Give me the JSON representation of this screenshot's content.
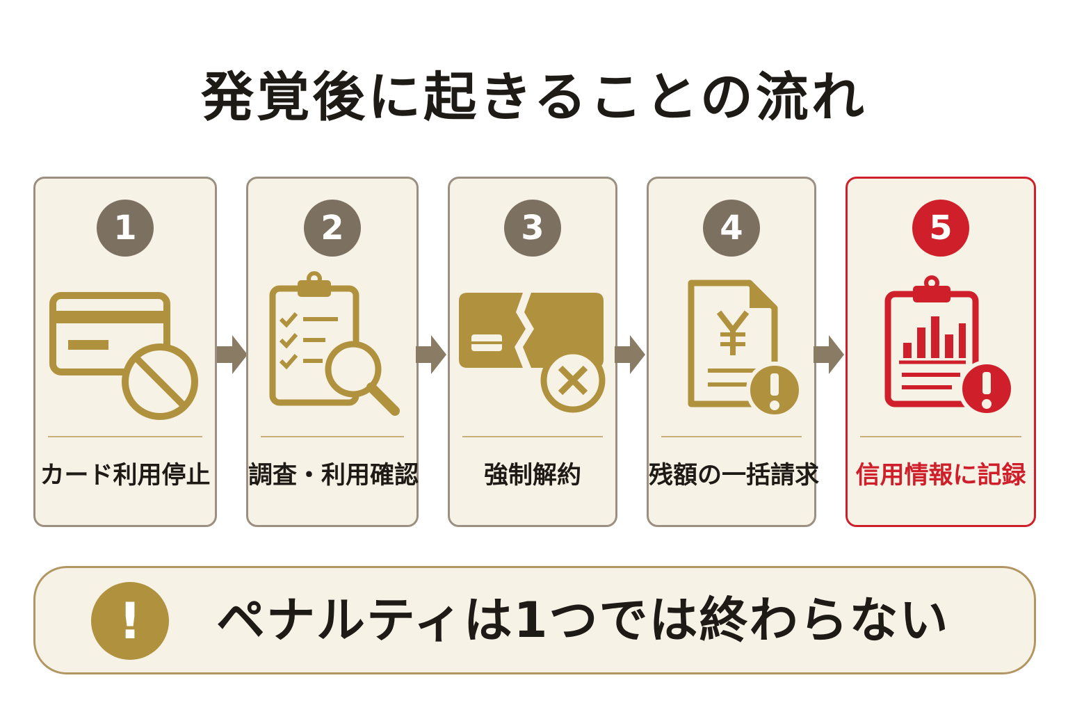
{
  "title": "発覚後に起きることの流れ",
  "steps": [
    {
      "number": "1",
      "label": "カード利用停止",
      "icon": "card-blocked-icon"
    },
    {
      "number": "2",
      "label": "調査・利用確認",
      "icon": "clipboard-search-icon"
    },
    {
      "number": "3",
      "label": "強制解約",
      "icon": "broken-card-icon"
    },
    {
      "number": "4",
      "label": "残額の一括請求",
      "icon": "yen-invoice-icon"
    },
    {
      "number": "5",
      "label": "信用情報に記録",
      "icon": "credit-report-icon"
    }
  ],
  "banner": {
    "icon_glyph": "!",
    "text": "ペナルティは1つでは終わらない"
  },
  "colors": {
    "gold": "#b0913e",
    "badge_gray": "#7c7061",
    "alert_red": "#cf1f2a",
    "card_bg": "#f7f2e6"
  }
}
